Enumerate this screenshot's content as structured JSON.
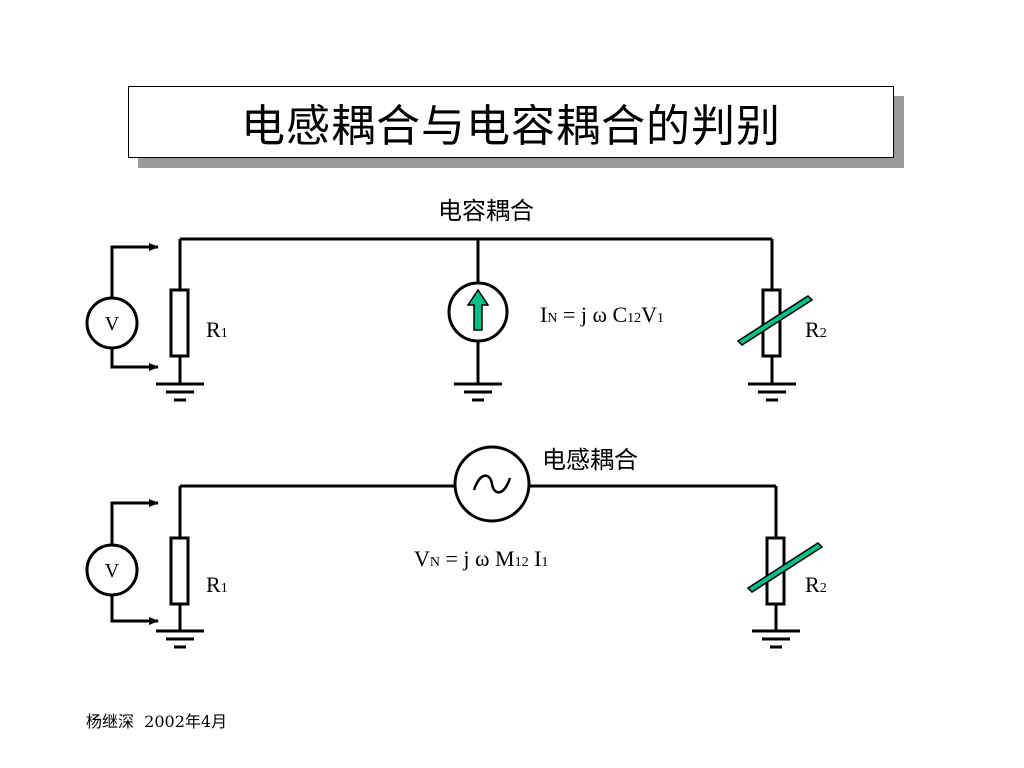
{
  "title": "电感耦合与电容耦合的判别",
  "capacitive": {
    "label": "电容耦合",
    "meter": "V",
    "r1": {
      "main": "R",
      "sub": "1"
    },
    "r2": {
      "main": "R",
      "sub": "2"
    },
    "formula": {
      "a": "I",
      "a_sub": "N",
      "b": " = j ω C",
      "b_sub": "12",
      "c": "V",
      "c_sub": "1"
    }
  },
  "inductive": {
    "label": "电感耦合",
    "meter": "V",
    "source_symbol": "~",
    "r1": {
      "main": "R",
      "sub": "1"
    },
    "r2": {
      "main": "R",
      "sub": "2"
    },
    "formula": {
      "a": "V",
      "a_sub": "N",
      "b": " = j ω M",
      "b_sub": "12",
      "c": " I",
      "c_sub": "1"
    }
  },
  "footer": "杨继深  2002年4月",
  "colors": {
    "arrow_fill": "#00c08a",
    "stroke": "#000000"
  }
}
